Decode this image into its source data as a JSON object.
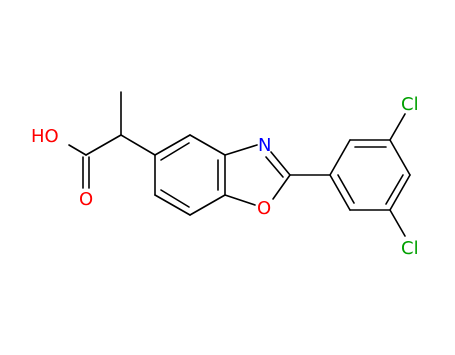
{
  "molecule": {
    "atom_labels": {
      "oh": "HO",
      "carbonyl_o": "O",
      "ring_n": "N",
      "ring_o": "O",
      "cl_top": "Cl",
      "cl_bottom": "Cl"
    }
  },
  "colors": {
    "bond": "#000000",
    "oxygen": "#ff0000",
    "nitrogen": "#0000ff",
    "chlorine": "#00a000",
    "background": "#ffffff"
  }
}
